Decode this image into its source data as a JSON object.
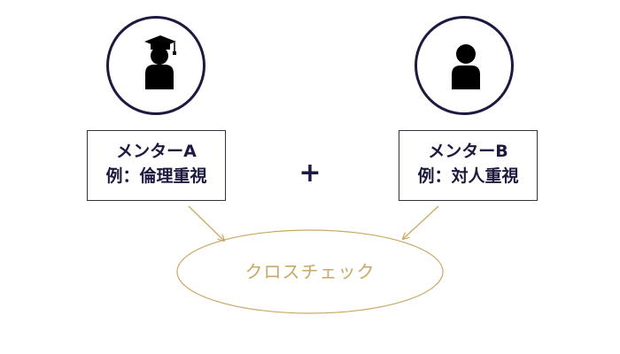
{
  "colors": {
    "primary": "#1c1b3f",
    "accent": "#c9a865",
    "box_border": "#333344"
  },
  "mentor_a": {
    "icon": "graduate-icon",
    "name": "メンターA",
    "example": "例：倫理重視"
  },
  "mentor_b": {
    "icon": "person-icon",
    "name": "メンターB",
    "example": "例：対人重視"
  },
  "operator": "+",
  "result": {
    "label": "クロスチェック"
  }
}
